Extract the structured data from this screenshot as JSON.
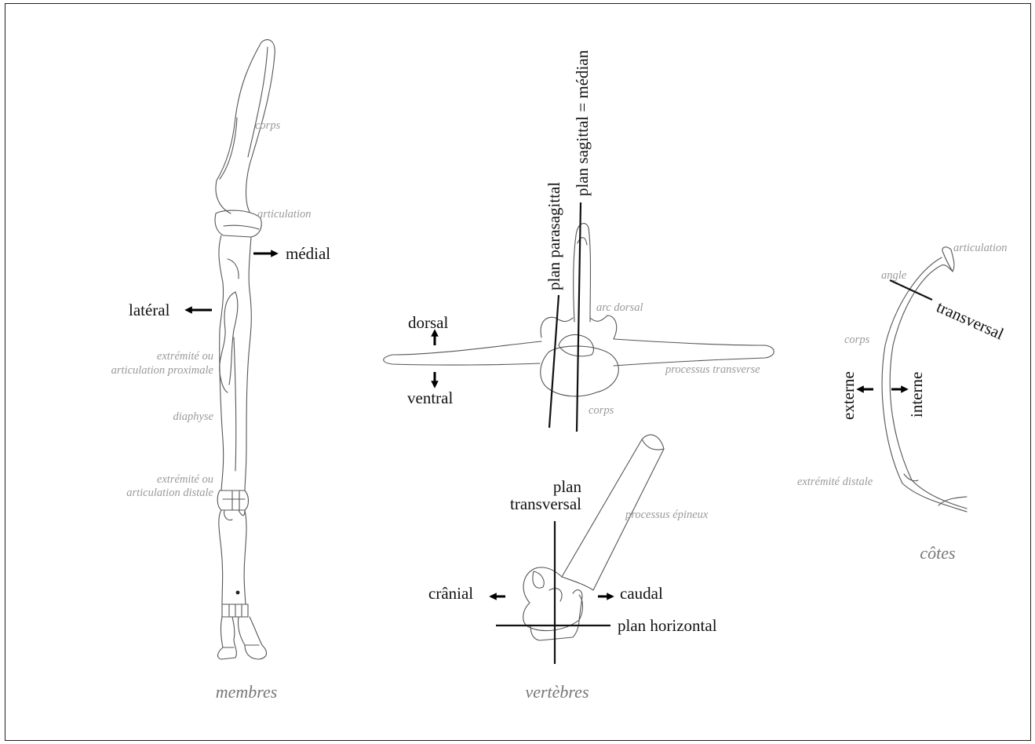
{
  "membres": {
    "corps": "corps",
    "articulation": "articulation",
    "medial": "médial",
    "lateral": "latéral",
    "extremite_proximale_1": "extrémité ou",
    "extremite_proximale_2": "articulation proximale",
    "diaphyse": "diaphyse",
    "extremite_distale_1": "extrémité ou",
    "extremite_distale_2": "articulation distale",
    "caption": "membres"
  },
  "vertebres": {
    "plan_parasagittal": "plan parasagittal",
    "plan_sagittal": "plan sagittal = médian",
    "arc_dorsal": "arc dorsal",
    "dorsal": "dorsal",
    "ventral": "ventral",
    "processus_transverse": "processus transverse",
    "corps": "corps",
    "plan_transversal_1": "plan",
    "plan_transversal_2": "transversal",
    "processus_epineux": "processus épineux",
    "cranial": "crânial",
    "caudal": "caudal",
    "plan_horizontal": "plan horizontal",
    "caption": "vertèbres"
  },
  "cotes": {
    "articulation": "articulation",
    "angle": "angle",
    "transversal": "transversal",
    "corps": "corps",
    "externe": "externe",
    "interne": "interne",
    "extremite_distale": "extrémité distale",
    "caption": "côtes"
  }
}
